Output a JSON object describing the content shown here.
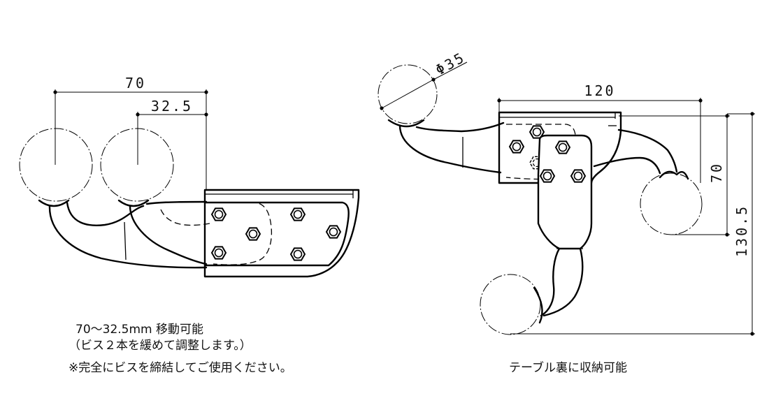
{
  "dimensions": {
    "left_width": "70",
    "left_offset": "32.5",
    "ball_diameter": "Φ35",
    "right_width": "120",
    "right_height_inner": "70",
    "right_height_outer": "130.5"
  },
  "notes": {
    "adjust_line1": "70～32.5mm 移動可能",
    "adjust_line2": "（ビス２本を緩めて調整します。）",
    "warning": "※完全にビスを締結してご使用ください。",
    "storage": "テーブル裏に収納可能"
  }
}
